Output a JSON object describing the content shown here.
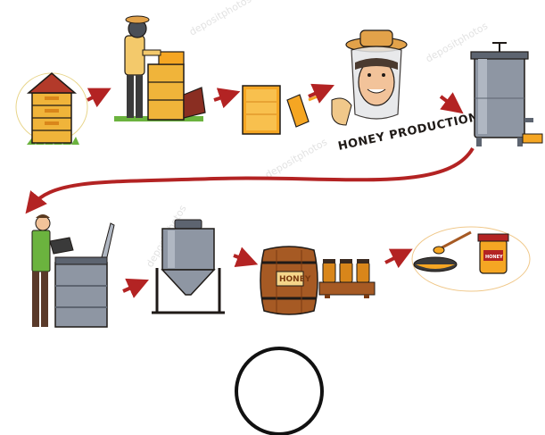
{
  "caption": "HONEY PRODUCTION",
  "barrel_label": "HONEY",
  "jar_label": "HONEY",
  "watermark": "depositphotos",
  "colors": {
    "arrow": "#b32323",
    "honey": "#f5a623",
    "honey_dark": "#d9861a",
    "wood": "#a65a24",
    "steel": "#8e96a3",
    "steel_dark": "#5d6470",
    "grass": "#6bb33e",
    "outline": "#1f1a17"
  },
  "steps": [
    {
      "name": "beehive"
    },
    {
      "name": "beekeeper-collecting-frames"
    },
    {
      "name": "honeycomb-frames"
    },
    {
      "name": "beekeeper-portrait"
    },
    {
      "name": "honey-extractor"
    },
    {
      "name": "uncapping-frames"
    },
    {
      "name": "settling-tank"
    },
    {
      "name": "honey-barrel-and-jars"
    },
    {
      "name": "honey-dipper-and-jar"
    }
  ]
}
